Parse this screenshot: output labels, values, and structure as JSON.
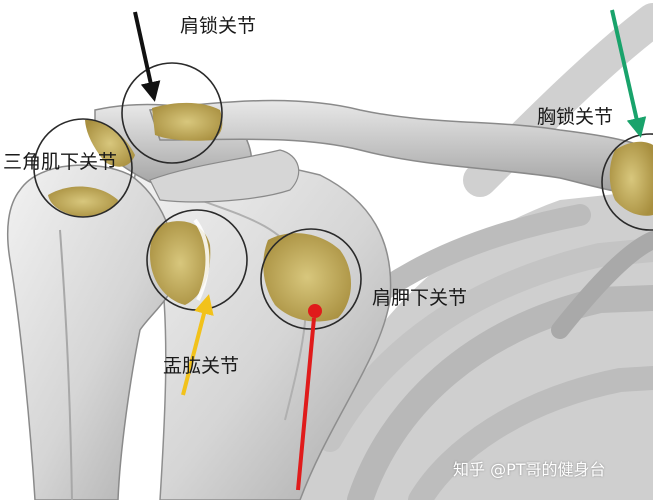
{
  "labels": {
    "acromioclavicular": "肩锁关节",
    "sternoclavicular": "胸锁关节",
    "subdeltoid": "三角肌下关节",
    "scapulothoracic": "肩胛下关节",
    "glenohumeral": "盂肱关节"
  },
  "watermark": "知乎 @PT哥的健身台",
  "colors": {
    "background": "#ffffff",
    "bone": "#d9d9d9",
    "cartilage": "#cdb874",
    "outline_circle": "#2a2a2a",
    "arrow_black": "#111111",
    "arrow_green": "#19a36b",
    "arrow_yellow": "#f2c21b",
    "arrow_red": "#e01b1b"
  }
}
